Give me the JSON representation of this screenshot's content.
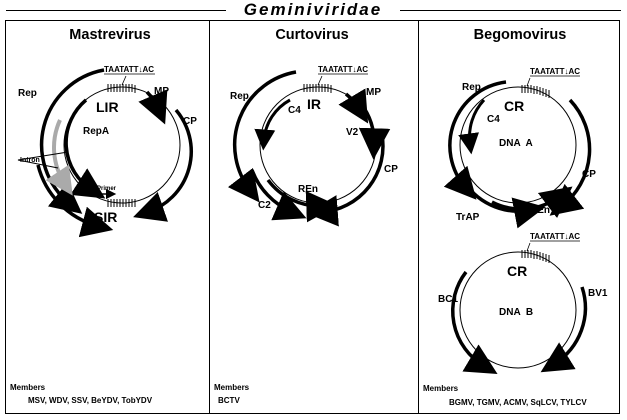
{
  "family": "Geminiviridae",
  "panels": {
    "mastrevirus": {
      "title": "Mastrevirus",
      "seq": "TAATATT↓AC",
      "lir": "LIR",
      "sir": "SIR",
      "rep": "Rep",
      "repa": "RepA",
      "mp": "MP",
      "cp": "CP",
      "intron": "Intron",
      "primer": "Primer",
      "members_label": "Members",
      "members": "MSV, WDV, SSV, BeYDV, TobYDV"
    },
    "curtovirus": {
      "title": "Curtovirus",
      "seq": "TAATATT↓AC",
      "ir": "IR",
      "rep": "Rep",
      "c4": "C4",
      "mp": "MP",
      "v2": "V2",
      "cp": "CP",
      "ren": "REn",
      "c2": "C2",
      "members_label": "Members",
      "members": "BCTV"
    },
    "begomovirus": {
      "title": "Begomovirus",
      "seq_a": "TAATATT↓AC",
      "cr_a": "CR",
      "rep": "Rep",
      "c4": "C4",
      "dna_a": "DNA  A",
      "cp": "CP",
      "ren": "REn",
      "trap": "TrAP",
      "seq_b": "TAATATT↓AC",
      "cr_b": "CR",
      "bc1": "BC1",
      "bv1": "BV1",
      "dna_b": "DNA  B",
      "members_label": "Members",
      "members": "BGMV, TGMV, ACMV, SqLCV, TYLCV"
    }
  },
  "colors": {
    "ink": "#000000",
    "intron": "#aaaaaa"
  }
}
